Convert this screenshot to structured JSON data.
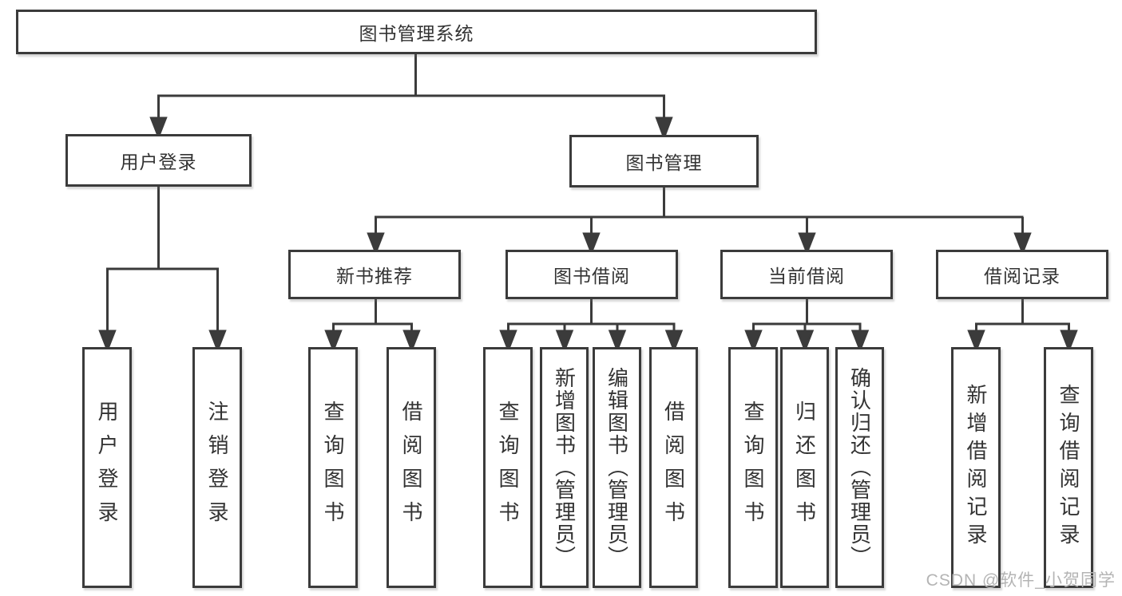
{
  "diagram": {
    "title": "图书管理系统",
    "branches": [
      {
        "label": "用户登录",
        "children": [
          {
            "label": "用户登录"
          },
          {
            "label": "注销登录"
          }
        ]
      },
      {
        "label": "图书管理",
        "children": [
          {
            "label": "新书推荐",
            "children": [
              {
                "label": "查询图书"
              },
              {
                "label": "借阅图书"
              }
            ]
          },
          {
            "label": "图书借阅",
            "children": [
              {
                "label": "查询图书"
              },
              {
                "label": "新增图书（管理员）"
              },
              {
                "label": "编辑图书（管理员）"
              },
              {
                "label": "借阅图书"
              }
            ]
          },
          {
            "label": "当前借阅",
            "children": [
              {
                "label": "查询图书"
              },
              {
                "label": "归还图书"
              },
              {
                "label": "确认归还（管理员）"
              }
            ]
          },
          {
            "label": "借阅记录",
            "children": [
              {
                "label": "新增借阅记录"
              },
              {
                "label": "查询借阅记录"
              }
            ]
          }
        ]
      }
    ]
  },
  "watermark": "CSDN @软件_小贺同学",
  "colors": {
    "line": "#3b3b3b",
    "text": "#333333",
    "background": "#ffffff",
    "watermark": "#b4b4b4"
  }
}
